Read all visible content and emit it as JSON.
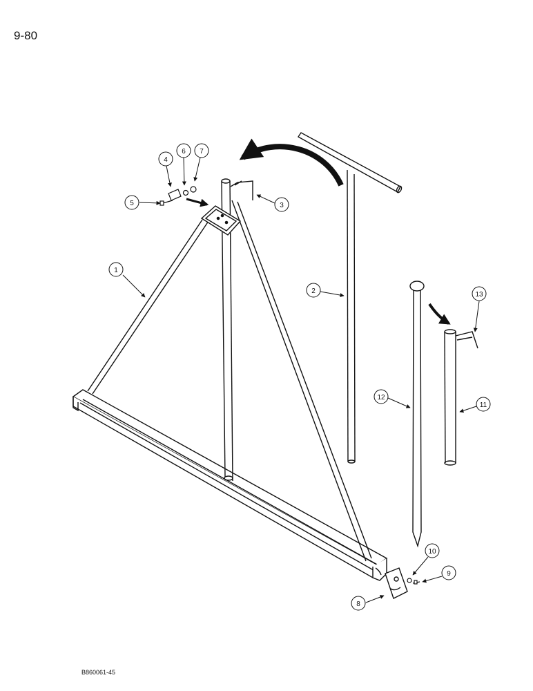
{
  "page": {
    "number": "9-80",
    "figure_code": "B860061-45"
  },
  "callouts": [
    {
      "id": "1",
      "label": "1"
    },
    {
      "id": "2",
      "label": "2"
    },
    {
      "id": "3",
      "label": "3"
    },
    {
      "id": "4",
      "label": "4"
    },
    {
      "id": "5",
      "label": "5"
    },
    {
      "id": "6",
      "label": "6"
    },
    {
      "id": "7",
      "label": "7"
    },
    {
      "id": "8",
      "label": "8"
    },
    {
      "id": "9",
      "label": "9"
    },
    {
      "id": "10",
      "label": "10"
    },
    {
      "id": "11",
      "label": "11"
    },
    {
      "id": "12",
      "label": "12"
    },
    {
      "id": "13",
      "label": "13"
    }
  ]
}
